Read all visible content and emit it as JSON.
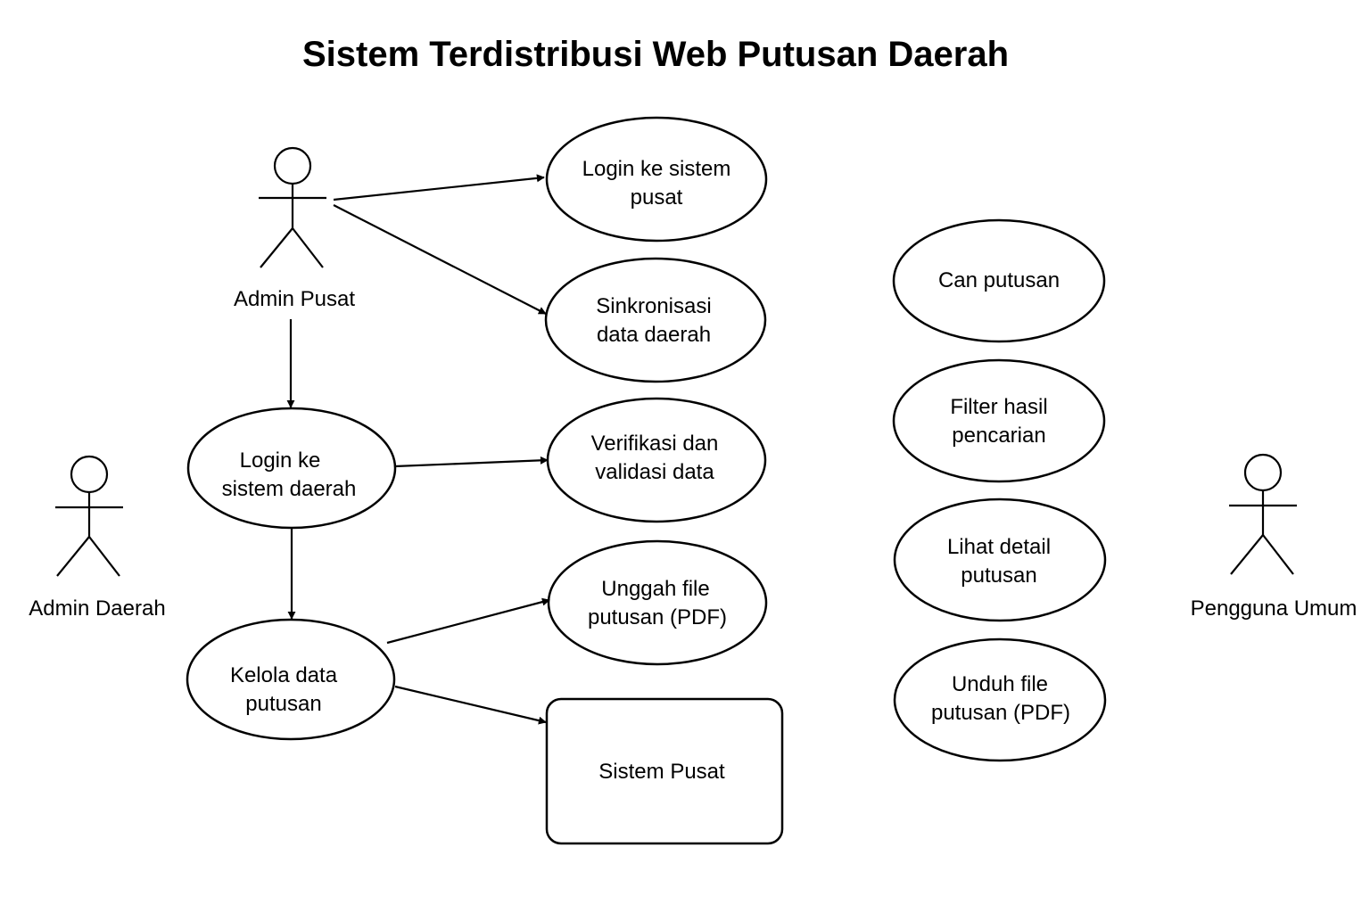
{
  "title": "Sistem Terdistribusi Web Putusan Daerah",
  "actors": {
    "admin_pusat": "Admin Pusat",
    "admin_daerah": "Admin Daerah",
    "pengguna_umum": "Pengguna Umum"
  },
  "use_cases": {
    "login_pusat": [
      "Login ke sistem",
      "pusat"
    ],
    "sinkronisasi": [
      "Sinkronisasi",
      "data daerah"
    ],
    "login_daerah": [
      "Login ke",
      "sistem daerah"
    ],
    "verifikasi": [
      "Verifikasi dan",
      "validasi data"
    ],
    "unggah": [
      "Unggah file",
      "putusan (PDF)"
    ],
    "kelola": [
      "Kelola data",
      "putusan"
    ],
    "cari": [
      "Can putusan"
    ],
    "filter": [
      "Filter hasil",
      "pencarian"
    ],
    "lihat": [
      "Lihat detail",
      "putusan"
    ],
    "unduh": [
      "Unduh file",
      "putusan (PDF)"
    ]
  },
  "system": {
    "sistem_pusat": "Sistem Pusat"
  }
}
